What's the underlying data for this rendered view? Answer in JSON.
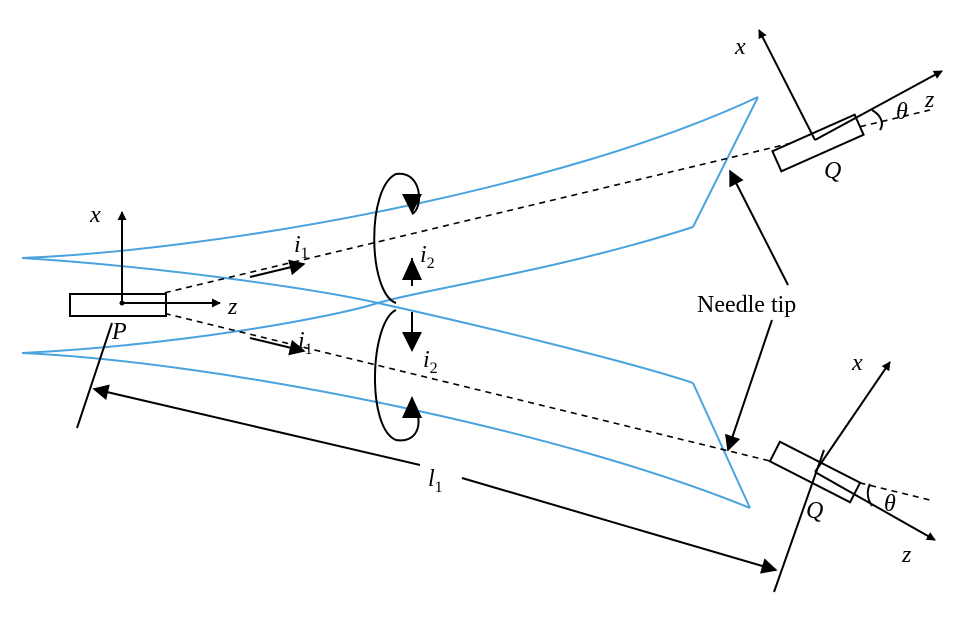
{
  "labels": {
    "x": "x",
    "z": "z",
    "P": "P",
    "Q": "Q",
    "theta": "θ",
    "i": "i",
    "sub1": "1",
    "sub2": "2",
    "l": "l",
    "needle_tip": "Needle tip"
  },
  "colors": {
    "tissue_outline": "#4aa3df",
    "ink": "#000000"
  }
}
